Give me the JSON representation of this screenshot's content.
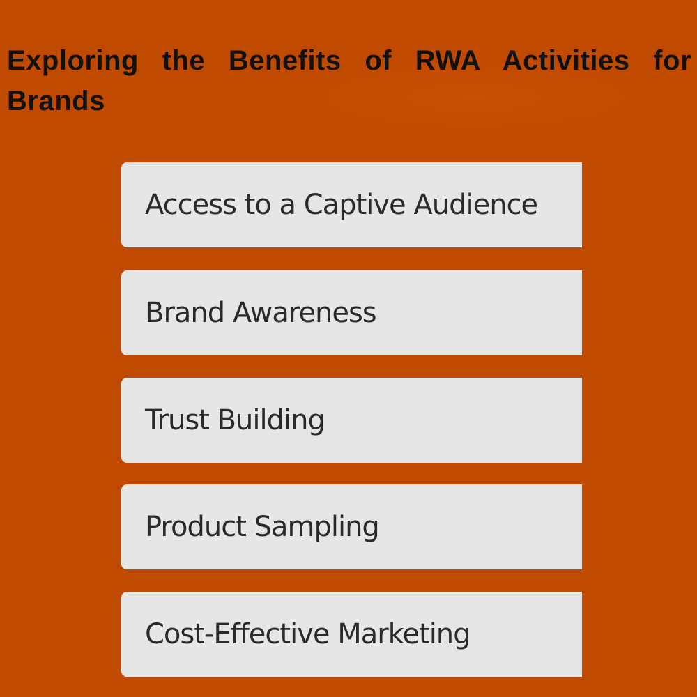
{
  "title": "Exploring the Benefits of RWA Activities for Brands",
  "colors": {
    "background": "#c04a00",
    "card": "#e6e6e6",
    "text": "#2a2a2a"
  },
  "benefits": [
    {
      "label": "Access to a Captive Audience"
    },
    {
      "label": "Brand Awareness"
    },
    {
      "label": "Trust Building"
    },
    {
      "label": "Product Sampling"
    },
    {
      "label": "Cost-Effective Marketing"
    }
  ]
}
